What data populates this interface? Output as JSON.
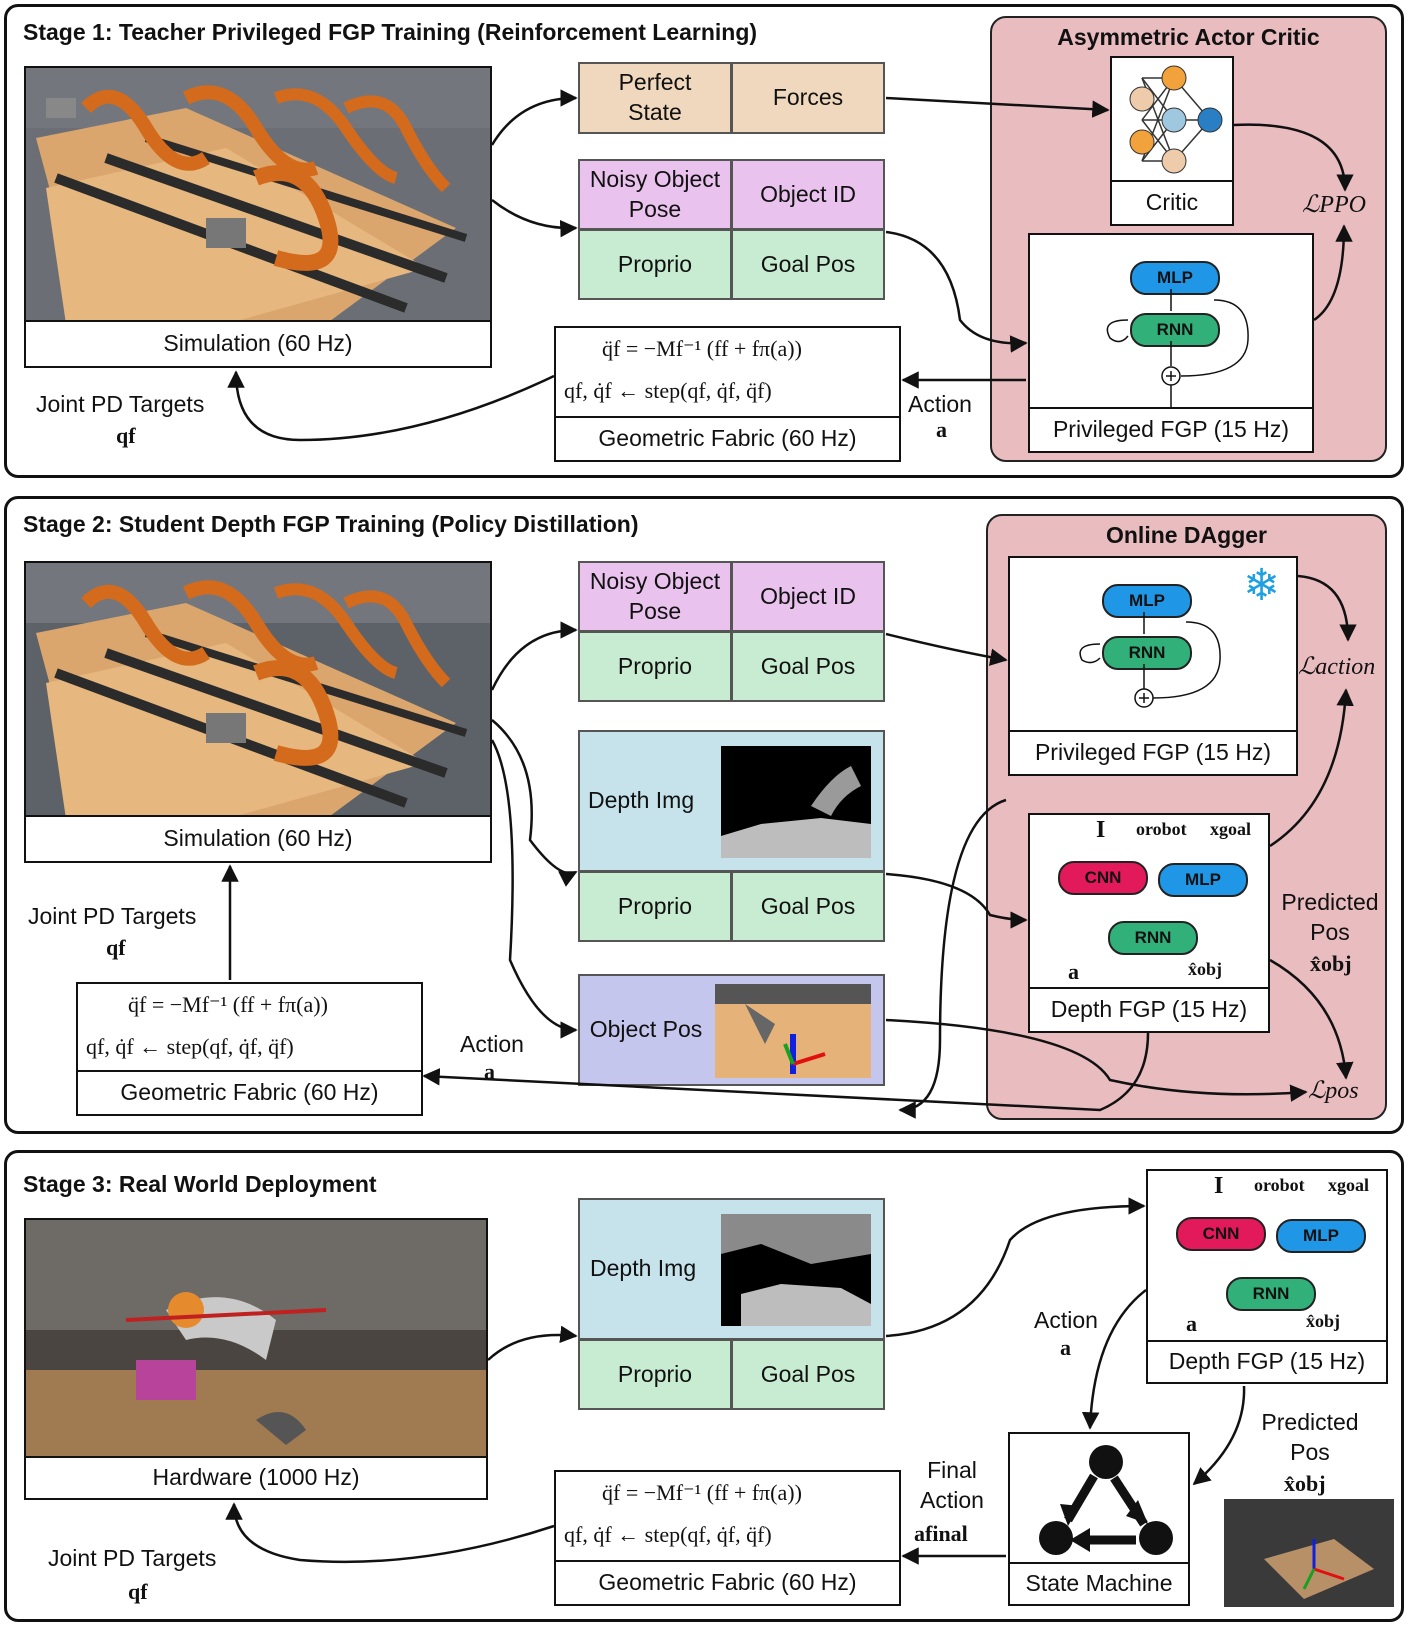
{
  "stage1": {
    "title": "Stage 1: Teacher Privileged FGP Training (Reinforcement Learning)",
    "simulation_caption": "Simulation (60 Hz)",
    "critic_inputs": [
      "Perfect State",
      "Forces"
    ],
    "policy_inputs": [
      "Noisy Object Pose",
      "Object ID",
      "Proprio",
      "Goal Pos"
    ],
    "panel_title": "Asymmetric Actor Critic",
    "critic_caption": "Critic",
    "policy_caption": "Privileged FGP (15 Hz)",
    "mlp": "MLP",
    "rnn": "RNN",
    "loss": "ℒPPO",
    "fabric_eq1": "q̈f = −Mf⁻¹ (ff + fπ(a))",
    "fabric_eq2": "qf, q̇f ← step(qf, q̇f, q̈f)",
    "fabric_caption": "Geometric Fabric (60 Hz)",
    "action_label": "Action",
    "action_symbol": "a",
    "targets_label": "Joint PD Targets",
    "targets_symbol": "qf"
  },
  "stage2": {
    "title": "Stage 2: Student Depth FGP Training (Policy Distillation)",
    "simulation_caption": "Simulation (60 Hz)",
    "teacher_inputs": [
      "Noisy Object Pose",
      "Object ID",
      "Proprio",
      "Goal Pos"
    ],
    "depth_label": "Depth Img",
    "student_inputs": [
      "Proprio",
      "Goal Pos"
    ],
    "object_pos_label": "Object Pos",
    "panel_title": "Online DAgger",
    "teacher_caption": "Privileged FGP (15 Hz)",
    "student_caption": "Depth FGP (15 Hz)",
    "mlp": "MLP",
    "rnn": "RNN",
    "cnn": "CNN",
    "image_symbol": "I",
    "obs_robot": "orobot",
    "obs_goal": "xgoal",
    "out_action": "a",
    "out_pos": "x̂obj",
    "loss_action": "ℒaction",
    "loss_pos": "ℒpos",
    "predicted_label": "Predicted Pos",
    "predicted_symbol": "x̂obj",
    "fabric_eq1": "q̈f = −Mf⁻¹ (ff + fπ(a))",
    "fabric_eq2": "qf, q̇f ← step(qf, q̇f, q̈f)",
    "fabric_caption": "Geometric Fabric (60 Hz)",
    "action_label": "Action",
    "action_symbol": "a",
    "targets_label": "Joint PD Targets",
    "targets_symbol": "qf"
  },
  "stage3": {
    "title": "Stage 3: Real World Deployment",
    "hardware_caption": "Hardware (1000 Hz)",
    "depth_label": "Depth Img",
    "inputs": [
      "Proprio",
      "Goal Pos"
    ],
    "policy_caption": "Depth FGP (15 Hz)",
    "mlp": "MLP",
    "rnn": "RNN",
    "cnn": "CNN",
    "image_symbol": "I",
    "obs_robot": "orobot",
    "obs_goal": "xgoal",
    "out_action": "a",
    "out_pos": "x̂obj",
    "action_label": "Action",
    "action_symbol": "a",
    "predicted_label": "Predicted Pos",
    "predicted_symbol": "x̂obj",
    "state_machine_caption": "State Machine",
    "final_action_label": "Final Action",
    "final_action_symbol": "afinal",
    "fabric_eq1": "q̈f = −Mf⁻¹ (ff + fπ(a))",
    "fabric_eq2": "qf, q̇f ← step(qf, q̇f, q̈f)",
    "fabric_caption": "Geometric Fabric (60 Hz)",
    "targets_label": "Joint PD Targets",
    "targets_symbol": "qf"
  },
  "colors": {
    "panel": "#e9bcc0",
    "mlp": "#1f97e6",
    "rnn": "#32b07a",
    "cnn": "#e2195a",
    "critic_node_orange": "#f2a23a",
    "critic_node_blue": "#2a7fc4"
  },
  "icons": [
    "snowflake-icon",
    "state-machine-icon",
    "neural-net-icon",
    "loop-icon",
    "sum-icon"
  ]
}
